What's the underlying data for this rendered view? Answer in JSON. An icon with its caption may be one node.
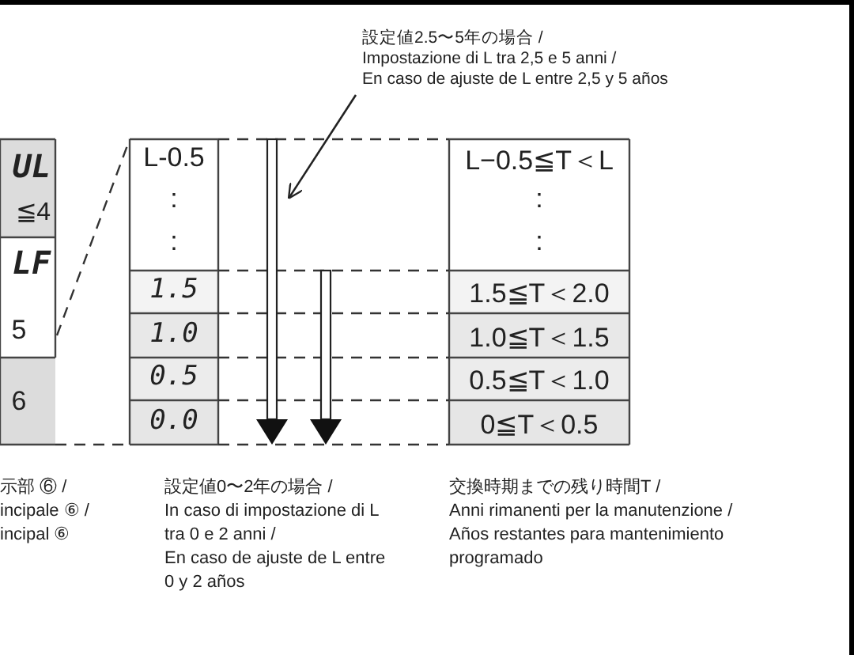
{
  "diagram": {
    "nodes": [
      {
        "text": [
          "設定値2.5〜5年の場合 / Impostazione di L tra 2,5 e 5 anni / En caso de ajuste de L entre 2,5 y 5 años"
        ]
      },
      {
        "text": [],
        "shape": "arrow"
      },
      {
        "text": [],
        "shape": "arrow"
      }
    ],
    "edges": [
      {
        "from": 0,
        "to": 1,
        "arrow": "to"
      }
    ],
    "labels": [
      "UL",
      "≦4",
      "LF",
      "5",
      "6",
      "L-0.5",
      ":",
      ":",
      "1.5",
      "1.0",
      "0.5",
      "0.0",
      "L−0.5≦T＜L",
      ":",
      ":",
      "1.5≦T＜2.0",
      "1.0≦T＜1.5",
      "0.5≦T＜1.0",
      "0≦T＜0.5",
      "示部 ⑥ / incipale ⑥ / incipal ⑥",
      "設定値0〜2年の場合 / In caso di impostazione di L tra 0 e 2 anni / En caso de ajuste de L entre 0 y 2 años",
      "交換時期までの残り時間T / Anni rimanenti per la manutenzione / Años restantes para mantenimiento programado"
    ]
  }
}
